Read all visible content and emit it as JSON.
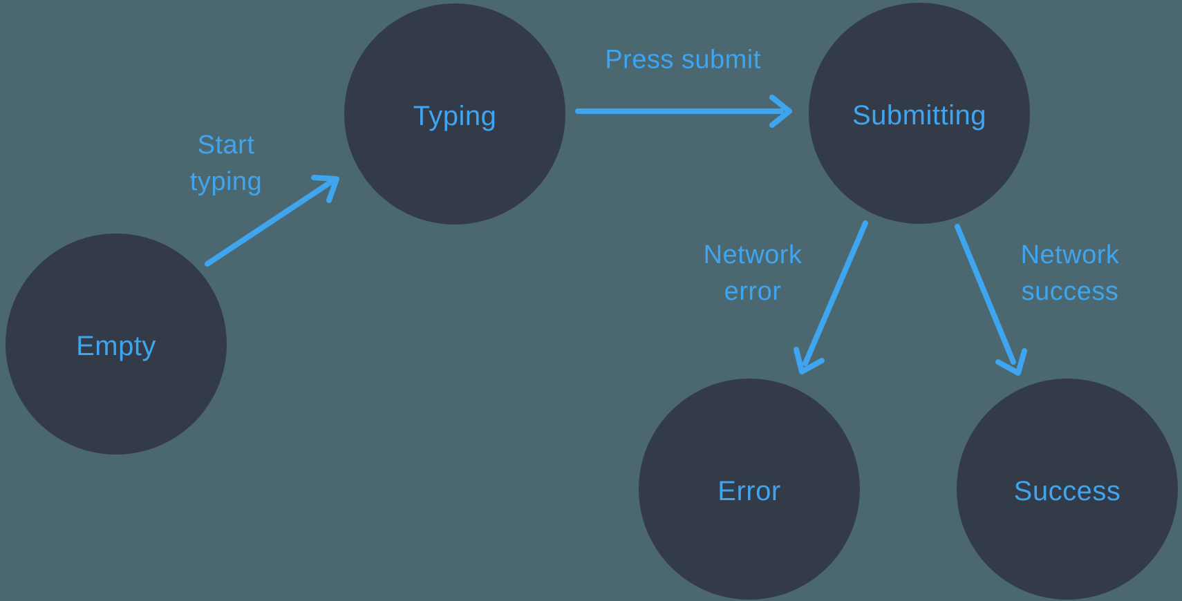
{
  "diagram": {
    "kind": "state-machine",
    "states": [
      {
        "id": "empty",
        "label": "Empty"
      },
      {
        "id": "typing",
        "label": "Typing"
      },
      {
        "id": "submitting",
        "label": "Submitting"
      },
      {
        "id": "error",
        "label": "Error"
      },
      {
        "id": "success",
        "label": "Success"
      }
    ],
    "transitions": [
      {
        "from": "empty",
        "to": "typing",
        "label": "Start typing"
      },
      {
        "from": "typing",
        "to": "submitting",
        "label": "Press submit"
      },
      {
        "from": "submitting",
        "to": "error",
        "label": "Network error"
      },
      {
        "from": "submitting",
        "to": "success",
        "label": "Network success"
      }
    ]
  },
  "colors": {
    "background": "#4b6770",
    "node_fill": "#333b49",
    "accent_blue": "#3fa5ef"
  }
}
